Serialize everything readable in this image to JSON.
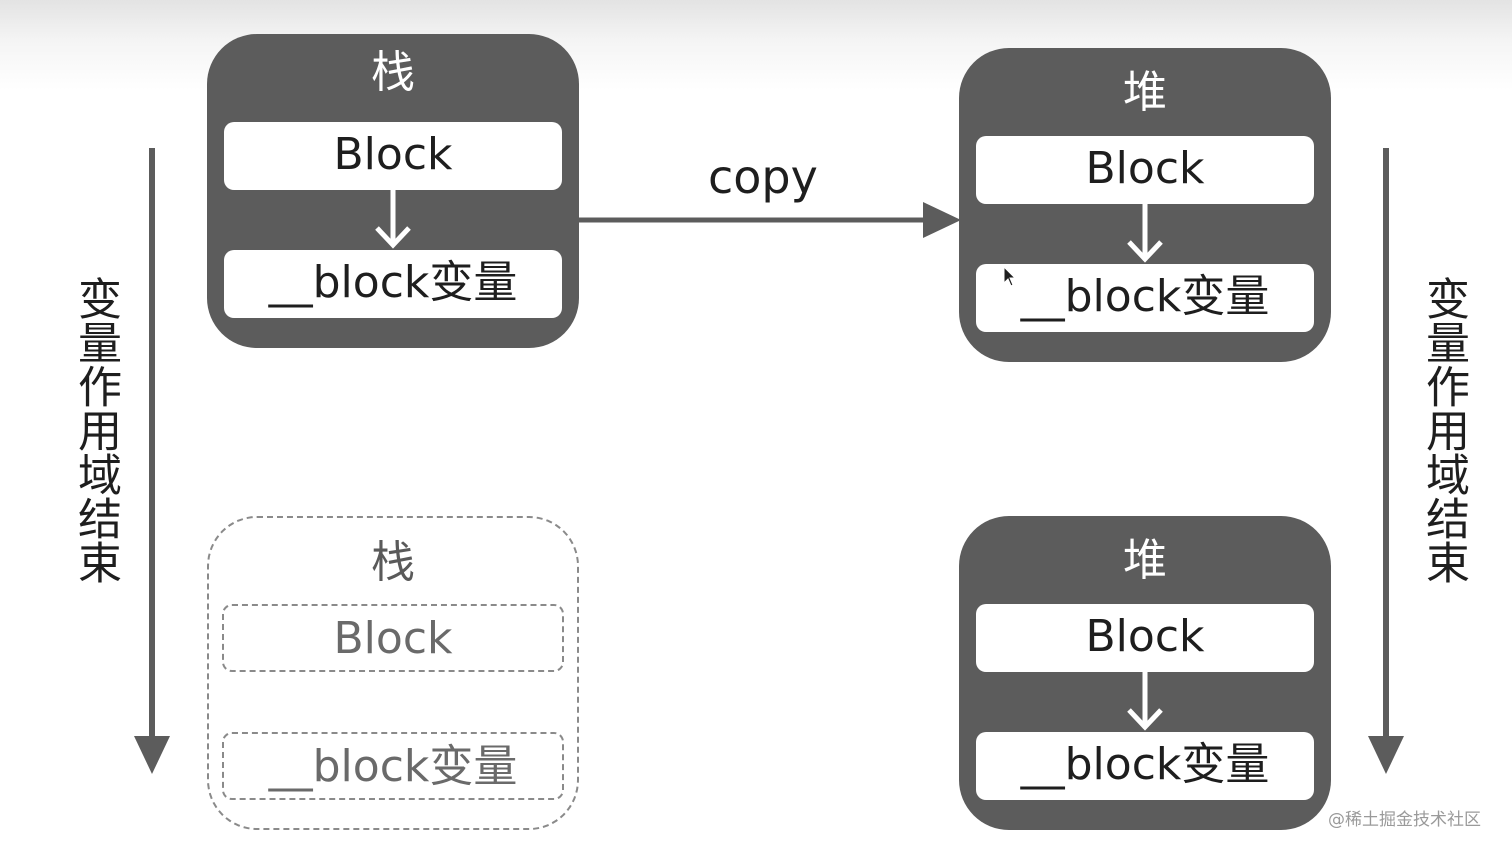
{
  "panels": {
    "stack_top": {
      "title": "栈",
      "cell1": "Block",
      "cell2": "__block变量"
    },
    "heap_top": {
      "title": "堆",
      "cell1": "Block",
      "cell2": "__block变量"
    },
    "stack_bottom": {
      "title": "栈",
      "cell1": "Block",
      "cell2": "__block变量"
    },
    "heap_bottom": {
      "title": "堆",
      "cell1": "Block",
      "cell2": "__block变量"
    }
  },
  "copy_label": "copy",
  "left_axis_label": "变量作用域结束",
  "right_axis_label": "变量作用域结束",
  "watermark": "@稀土掘金技术社区",
  "colors": {
    "panel_fill": "#5c5c5c",
    "arrow": "#5c5c5c",
    "dashed_border": "#8a8a8a"
  }
}
